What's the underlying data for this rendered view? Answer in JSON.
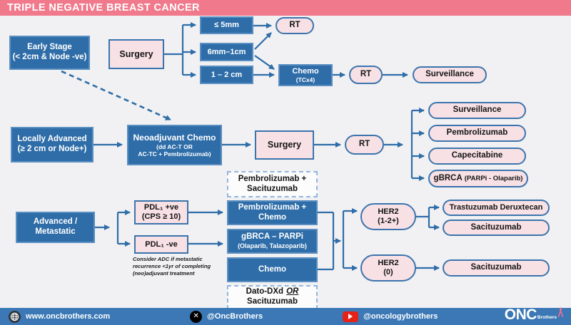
{
  "colors": {
    "header_pink": "#f0798b",
    "box_blue": "#2e6da8",
    "box_pink": "#f8e1e5",
    "footer_blue": "#3b78b5",
    "youtube_red": "#e62117",
    "background": "#f1f1f3",
    "arrow_blue": "#2e6da8"
  },
  "header": {
    "title": "TRIPLE NEGATIVE BREAST CANCER"
  },
  "flow": {
    "early_stage": {
      "l1": "Early Stage",
      "l2": "(< 2cm & Node -ve)"
    },
    "surgery1": "Surgery",
    "size1": "≤ 5mm",
    "size2": "6mm–1cm",
    "size3": "1 – 2 cm",
    "rt1": "RT",
    "chemo_tcx4": {
      "l1": "Chemo",
      "l2": "(TCx4)"
    },
    "rt2": "RT",
    "surveillance1": "Surveillance",
    "locally_advanced": {
      "l1": "Locally Advanced",
      "l2": "(≥ 2 cm or Node+)"
    },
    "neoadjuvant_chemo": {
      "l1": "Neoadjuvant Chemo",
      "l2": "(dd AC-T OR",
      "l3": "AC-TC + Pembrolizumab)"
    },
    "surgery2": "Surgery",
    "rt3": "RT",
    "adjuvant": {
      "surveillance": "Surveillance",
      "pembrolizumab": "Pembrolizumab",
      "capecitabine": "Capecitabine",
      "gbrca_main": "gBRCA",
      "gbrca_sub": "(PARPi - Olaparib)"
    },
    "advanced_metastatic": {
      "l1": "Advanced /",
      "l2": "Metastatic"
    },
    "pdl1_pos": {
      "l1": "PDL₁ +ve",
      "l2": "(CPS ≥ 10)"
    },
    "pdl1_neg": "PDL₁ -ve",
    "adc_note": {
      "l1": "Consider ADC if metastatic",
      "l2": "recurrence <1yr of completing",
      "l3": "(neo)adjuvant treatment"
    },
    "pembro_sacituzumab": {
      "l1": "Pembrolizumab +",
      "l2": "Sacituzumab"
    },
    "pembro_chemo": {
      "l1": "Pembrolizumab +",
      "l2": "Chemo"
    },
    "gbrca_parpi": {
      "l1": "gBRCA – PARPi",
      "l2": "(Olaparib, Talazoparib)"
    },
    "chemo2": "Chemo",
    "dato_dxd": {
      "pre": "Dato-DXd",
      "or": "OR",
      "l2": "Sacituzumab"
    },
    "her2_low": {
      "l1": "HER2",
      "l2": "(1-2+)"
    },
    "her2_zero": {
      "l1": "HER2",
      "l2": "(0)"
    },
    "trastuzumab_deruxtecan": "Trastuzumab Deruxtecan",
    "sacituzumab1": "Sacituzumab",
    "sacituzumab2": "Sacituzumab"
  },
  "footer": {
    "website": "www.oncbrothers.com",
    "twitter": "@OncBrothers",
    "youtube": "@oncologybrothers",
    "logo_main": "ONC",
    "logo_sub": "Brothers"
  }
}
